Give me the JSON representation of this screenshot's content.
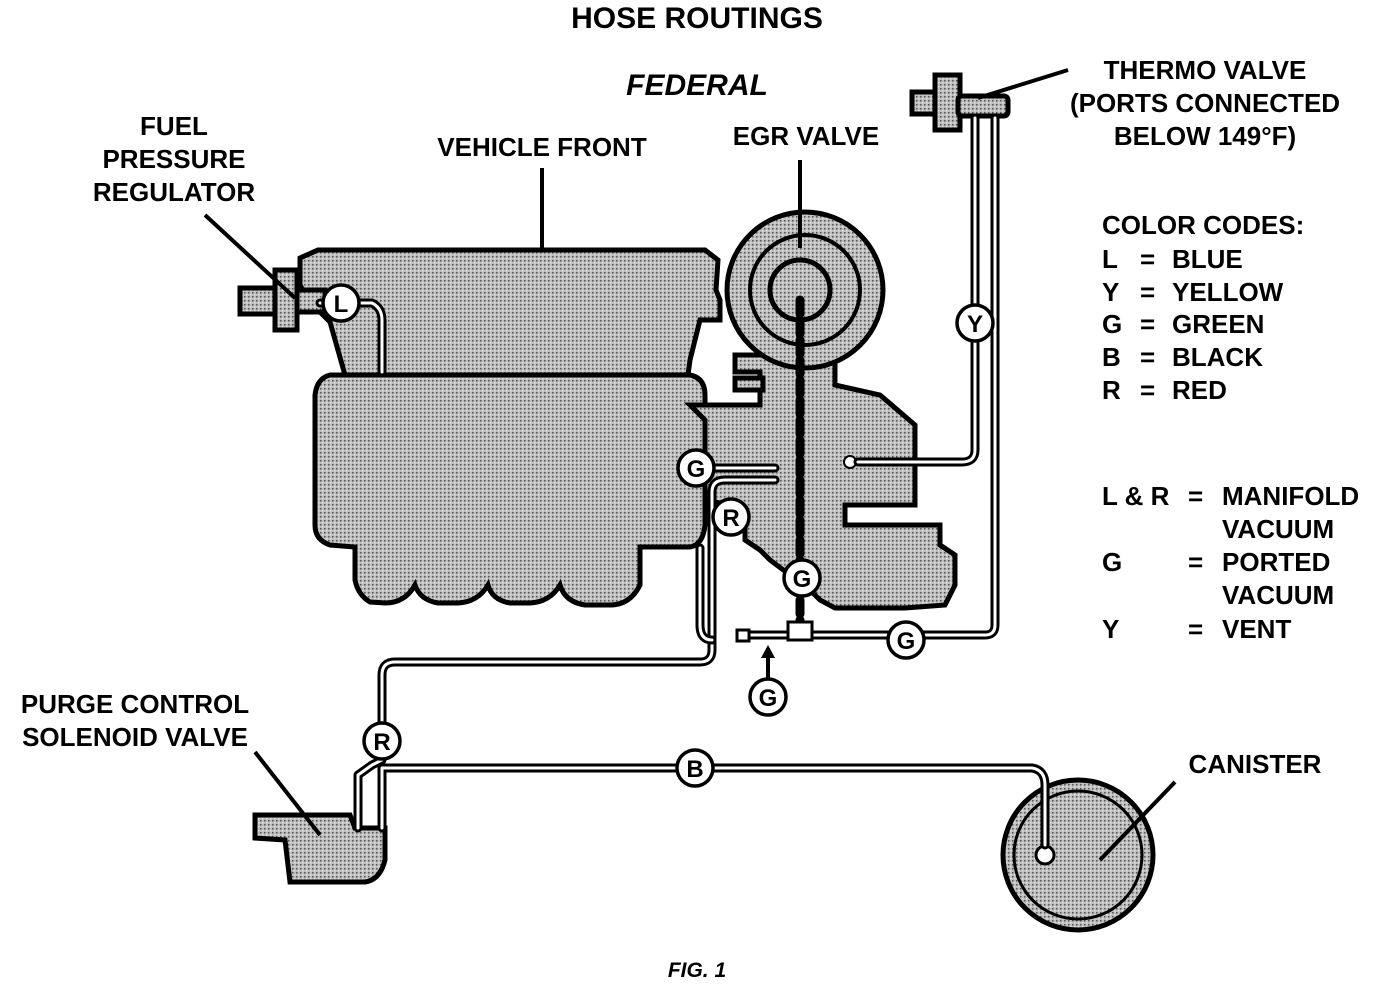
{
  "title": "HOSE ROUTINGS",
  "subtitle": "FEDERAL",
  "figure_caption": "FIG. 1",
  "labels": {
    "fuel_pressure_regulator": [
      "FUEL",
      "PRESSURE",
      "REGULATOR"
    ],
    "vehicle_front": "VEHICLE FRONT",
    "egr_valve": "EGR VALVE",
    "thermo_valve": [
      "THERMO VALVE",
      "(PORTS CONNECTED",
      "BELOW 149°F)"
    ],
    "purge_control": [
      "PURGE CONTROL",
      "SOLENOID VALVE"
    ],
    "canister": "CANISTER"
  },
  "color_codes": {
    "heading": "COLOR CODES:",
    "rows": [
      {
        "letter": "L",
        "eq": "=",
        "name": "BLUE"
      },
      {
        "letter": "Y",
        "eq": "=",
        "name": "YELLOW"
      },
      {
        "letter": "G",
        "eq": "=",
        "name": "GREEN"
      },
      {
        "letter": "B",
        "eq": "=",
        "name": "BLACK"
      },
      {
        "letter": "R",
        "eq": "=",
        "name": "RED"
      }
    ]
  },
  "vacuum_types": [
    {
      "key": "L & R",
      "eq": "=",
      "lines": [
        "MANIFOLD",
        "VACUUM"
      ]
    },
    {
      "key": "G",
      "eq": "=",
      "lines": [
        "PORTED",
        "VACUUM"
      ]
    },
    {
      "key": "Y",
      "eq": "=",
      "lines": [
        "VENT"
      ]
    }
  ],
  "hose_tags": {
    "L": "L",
    "Y": "Y",
    "G1": "G",
    "G2": "G",
    "G3": "G",
    "G4": "G",
    "R1": "R",
    "R2": "R",
    "B": "B"
  }
}
